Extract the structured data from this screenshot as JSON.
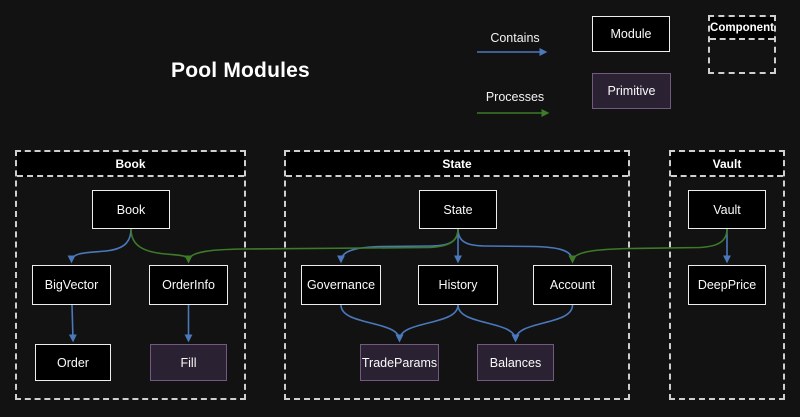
{
  "page": {
    "title": "Pool Modules"
  },
  "legend": {
    "contains_label": "Contains",
    "processes_label": "Processes",
    "module_label": "Module",
    "primitive_label": "Primitive",
    "component_label": "Component"
  },
  "colors": {
    "background": "#121212",
    "contains_arrow": "#4a78bb",
    "processes_arrow": "#3d7b28",
    "node_fill": "#000000",
    "node_border": "#ededed",
    "primitive_fill": "#2a2133",
    "primitive_border": "#73587f",
    "dashed_border": "#cfcfcf"
  },
  "containers": [
    {
      "id": "book",
      "label": "Book"
    },
    {
      "id": "state",
      "label": "State"
    },
    {
      "id": "vault",
      "label": "Vault"
    }
  ],
  "nodes": [
    {
      "id": "book-node",
      "label": "Book",
      "type": "module",
      "container": "book"
    },
    {
      "id": "bigvector",
      "label": "BigVector",
      "type": "module",
      "container": "book"
    },
    {
      "id": "orderinfo",
      "label": "OrderInfo",
      "type": "module",
      "container": "book"
    },
    {
      "id": "order",
      "label": "Order",
      "type": "module",
      "container": "book"
    },
    {
      "id": "fill",
      "label": "Fill",
      "type": "primitive",
      "container": "book"
    },
    {
      "id": "state-node",
      "label": "State",
      "type": "module",
      "container": "state"
    },
    {
      "id": "governance",
      "label": "Governance",
      "type": "module",
      "container": "state"
    },
    {
      "id": "history",
      "label": "History",
      "type": "module",
      "container": "state"
    },
    {
      "id": "account",
      "label": "Account",
      "type": "module",
      "container": "state"
    },
    {
      "id": "tradeparams",
      "label": "TradeParams",
      "type": "primitive",
      "container": "state"
    },
    {
      "id": "balances",
      "label": "Balances",
      "type": "primitive",
      "container": "state"
    },
    {
      "id": "vault-node",
      "label": "Vault",
      "type": "module",
      "container": "vault"
    },
    {
      "id": "deepprice",
      "label": "DeepPrice",
      "type": "module",
      "container": "vault"
    }
  ],
  "edges": [
    {
      "from": "book-node",
      "to": "bigvector",
      "type": "contains"
    },
    {
      "from": "bigvector",
      "to": "order",
      "type": "contains"
    },
    {
      "from": "orderinfo",
      "to": "fill",
      "type": "contains"
    },
    {
      "from": "state-node",
      "to": "governance",
      "type": "contains"
    },
    {
      "from": "state-node",
      "to": "history",
      "type": "contains"
    },
    {
      "from": "state-node",
      "to": "account",
      "type": "contains"
    },
    {
      "from": "governance",
      "to": "tradeparams",
      "type": "contains"
    },
    {
      "from": "history",
      "to": "tradeparams",
      "type": "contains"
    },
    {
      "from": "history",
      "to": "balances",
      "type": "contains"
    },
    {
      "from": "account",
      "to": "balances",
      "type": "contains"
    },
    {
      "from": "vault-node",
      "to": "deepprice",
      "type": "contains"
    },
    {
      "from": "book-node",
      "to": "orderinfo",
      "type": "processes"
    },
    {
      "from": "state-node",
      "to": "orderinfo",
      "type": "processes"
    },
    {
      "from": "vault-node",
      "to": "account",
      "type": "processes"
    }
  ]
}
